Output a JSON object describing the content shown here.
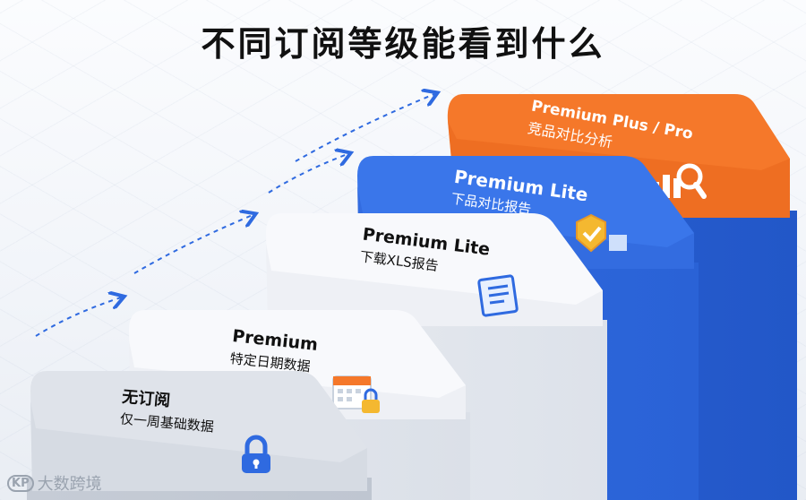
{
  "title": "不同订阅等级能看到什么",
  "steps": [
    {
      "title": "无订阅",
      "subtitle": "仅一周基础数据",
      "icon": "padlock-icon"
    },
    {
      "title": "Premium",
      "subtitle": "特定日期数据",
      "icon": "calendar-lock-icon"
    },
    {
      "title": "Premium Lite",
      "subtitle": "下载XLS报告",
      "icon": "clipboard-report-icon"
    },
    {
      "title": "Premium Lite",
      "subtitle": "下品对比报告",
      "icon": "shield-check-icon"
    },
    {
      "title": "Premium Plus / Pro",
      "subtitle": "竞品对比分析",
      "icon": "chart-magnifier-icon"
    }
  ],
  "colors": {
    "grey_top": "#eceff4",
    "grey_front": "#cfd5de",
    "white_top": "#f7f8fb",
    "white_front": "#e3e7ee",
    "blue": "#2f6ae0",
    "blue_front": "#2257c8",
    "orange": "#f5782a",
    "orange_front": "#e06018",
    "arrow": "#2f6ae0"
  },
  "watermark": {
    "logo": "KP",
    "text": "大数跨境"
  }
}
